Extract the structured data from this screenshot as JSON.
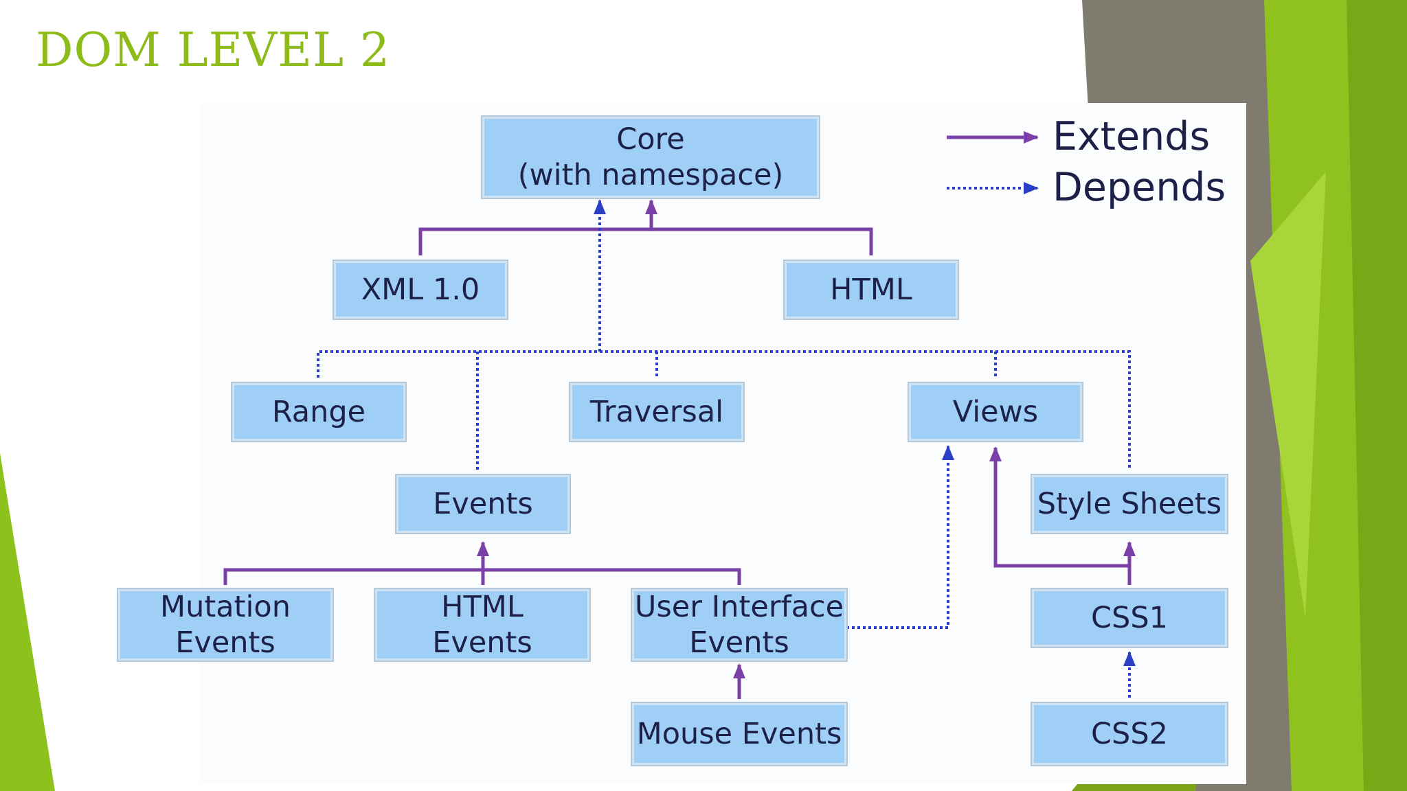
{
  "slide": {
    "title": "DOM LEVEL 2"
  },
  "legend": {
    "extends_label": "Extends",
    "depends_label": "Depends"
  },
  "nodes": {
    "core": "Core\n(with namespace)",
    "xml": "XML 1.0",
    "html": "HTML",
    "range": "Range",
    "traversal": "Traversal",
    "views": "Views",
    "events": "Events",
    "stylesheets": "Style Sheets",
    "mutation_events": "Mutation\nEvents",
    "html_events": "HTML\nEvents",
    "ui_events": "User Interface\nEvents",
    "css1": "CSS1",
    "mouse_events": "Mouse Events",
    "css2": "CSS2"
  },
  "colors": {
    "extends": "#7b3fa8",
    "depends": "#2b3fc6",
    "node_fill": "#9fcff7",
    "title": "#8dbb1a"
  }
}
